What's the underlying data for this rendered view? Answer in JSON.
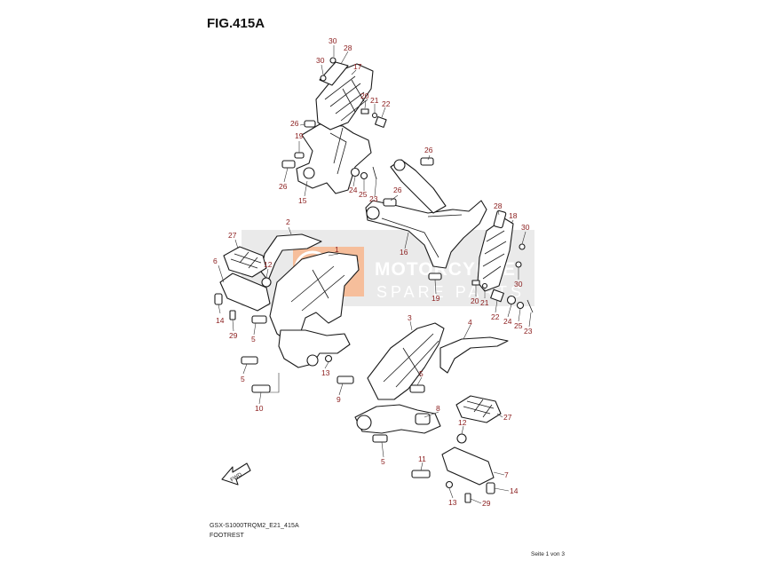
{
  "figure": {
    "title": "FIG.415A",
    "model_code": "GSX-S1000TRQM2_E21_415A",
    "section_name": "FOOTREST",
    "page_info": "Seite 1 von 3"
  },
  "watermark": {
    "line1": "MOTORCYCLE",
    "line2": "SPARE PARTS",
    "accent_color": "#f08a4b"
  },
  "direction_indicator": "FWD",
  "callouts": [
    {
      "id": "c30a",
      "label": "30"
    },
    {
      "id": "c28a",
      "label": "28"
    },
    {
      "id": "c30b",
      "label": "30"
    },
    {
      "id": "c17",
      "label": "17"
    },
    {
      "id": "c20a",
      "label": "20"
    },
    {
      "id": "c21a",
      "label": "21"
    },
    {
      "id": "c22a",
      "label": "22"
    },
    {
      "id": "c26a",
      "label": "26"
    },
    {
      "id": "c19a",
      "label": "19"
    },
    {
      "id": "c26b",
      "label": "26"
    },
    {
      "id": "c15",
      "label": "15"
    },
    {
      "id": "c24a",
      "label": "24"
    },
    {
      "id": "c25a",
      "label": "25"
    },
    {
      "id": "c26c",
      "label": "26"
    },
    {
      "id": "c23a",
      "label": "23"
    },
    {
      "id": "c26d",
      "label": "26"
    },
    {
      "id": "c16",
      "label": "16"
    },
    {
      "id": "c28b",
      "label": "28"
    },
    {
      "id": "c18",
      "label": "18"
    },
    {
      "id": "c30c",
      "label": "30"
    },
    {
      "id": "c30d",
      "label": "30"
    },
    {
      "id": "c19b",
      "label": "19"
    },
    {
      "id": "c20b",
      "label": "20"
    },
    {
      "id": "c21b",
      "label": "21"
    },
    {
      "id": "c22b",
      "label": "22"
    },
    {
      "id": "c24b",
      "label": "24"
    },
    {
      "id": "c25b",
      "label": "25"
    },
    {
      "id": "c23b",
      "label": "23"
    },
    {
      "id": "c2",
      "label": "2"
    },
    {
      "id": "c27a",
      "label": "27"
    },
    {
      "id": "c1",
      "label": "1"
    },
    {
      "id": "c6",
      "label": "6"
    },
    {
      "id": "c12a",
      "label": "12"
    },
    {
      "id": "c14a",
      "label": "14"
    },
    {
      "id": "c29a",
      "label": "29"
    },
    {
      "id": "c5a",
      "label": "5"
    },
    {
      "id": "c5b",
      "label": "5"
    },
    {
      "id": "c13a",
      "label": "13"
    },
    {
      "id": "c10",
      "label": "10"
    },
    {
      "id": "c3",
      "label": "3"
    },
    {
      "id": "c4",
      "label": "4"
    },
    {
      "id": "c9",
      "label": "9"
    },
    {
      "id": "c5c",
      "label": "5"
    },
    {
      "id": "c8",
      "label": "8"
    },
    {
      "id": "c27b",
      "label": "27"
    },
    {
      "id": "c12b",
      "label": "12"
    },
    {
      "id": "c5d",
      "label": "5"
    },
    {
      "id": "c11",
      "label": "11"
    },
    {
      "id": "c7",
      "label": "7"
    },
    {
      "id": "c14b",
      "label": "14"
    },
    {
      "id": "c13b",
      "label": "13"
    },
    {
      "id": "c29b",
      "label": "29"
    }
  ]
}
